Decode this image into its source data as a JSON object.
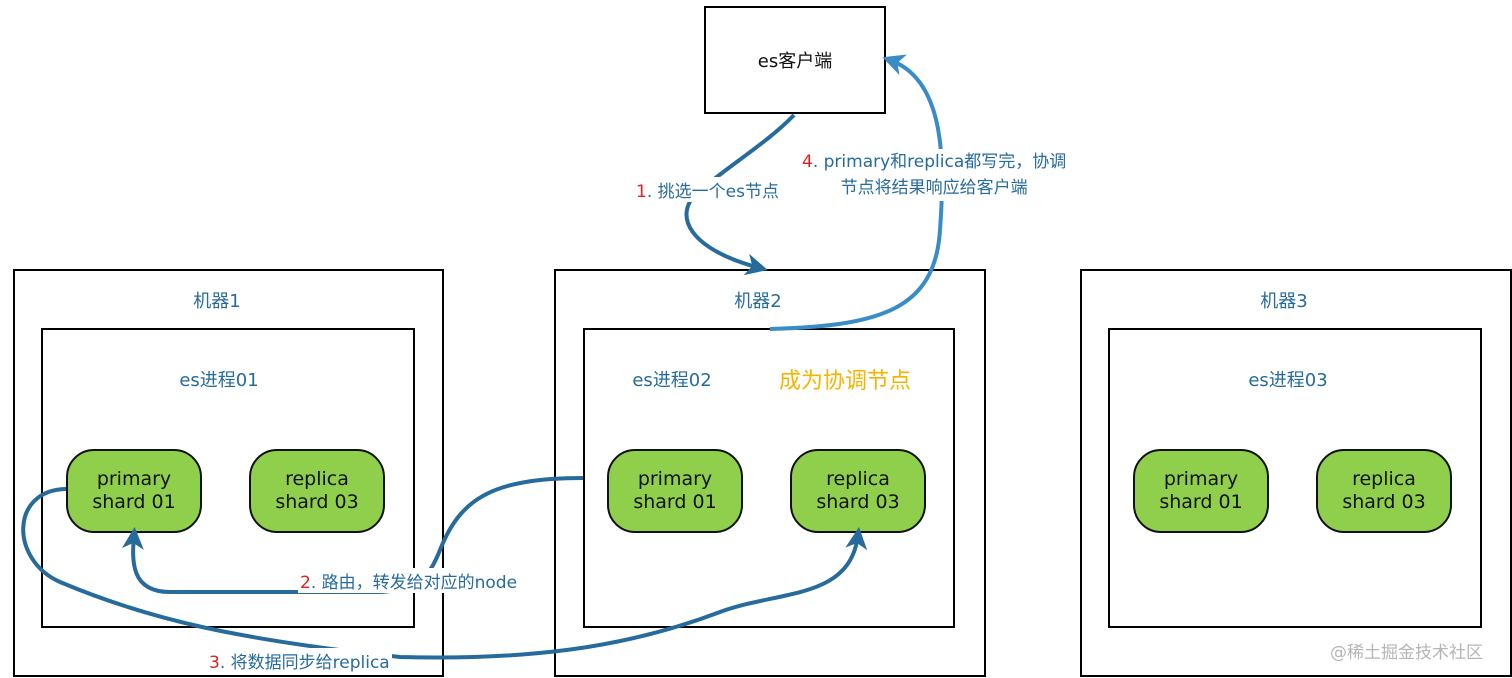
{
  "client": {
    "label": "es客户端"
  },
  "machines": [
    {
      "label": "机器1",
      "process": "es进程01",
      "shards": [
        {
          "line1": "primary",
          "line2": "shard 01"
        },
        {
          "line1": "replica",
          "line2": "shard 03"
        }
      ]
    },
    {
      "label": "机器2",
      "process": "es进程02",
      "role": "成为协调节点",
      "shards": [
        {
          "line1": "primary",
          "line2": "shard 01"
        },
        {
          "line1": "replica",
          "line2": "shard 03"
        }
      ]
    },
    {
      "label": "机器3",
      "process": "es进程03",
      "shards": [
        {
          "line1": "primary",
          "line2": "shard 01"
        },
        {
          "line1": "replica",
          "line2": "shard 03"
        }
      ]
    }
  ],
  "steps": [
    {
      "num": "1",
      "text": ". 挑选一个es节点"
    },
    {
      "num": "2",
      "text": ". 路由，转发给对应的node"
    },
    {
      "num": "3",
      "text": ". 将数据同步给replica"
    },
    {
      "num": "4",
      "text": ". primary和replica都写完，协调",
      "text2": "节点将结果响应给客户端"
    }
  ],
  "watermark": "@稀土掘金技术社区",
  "colors": {
    "arrow": "#266b9c",
    "arrow_light": "#3a8cc8",
    "shard_fill": "#8fcf4c",
    "step_number": "#e01f1f",
    "coordinator": "#f4b400"
  }
}
